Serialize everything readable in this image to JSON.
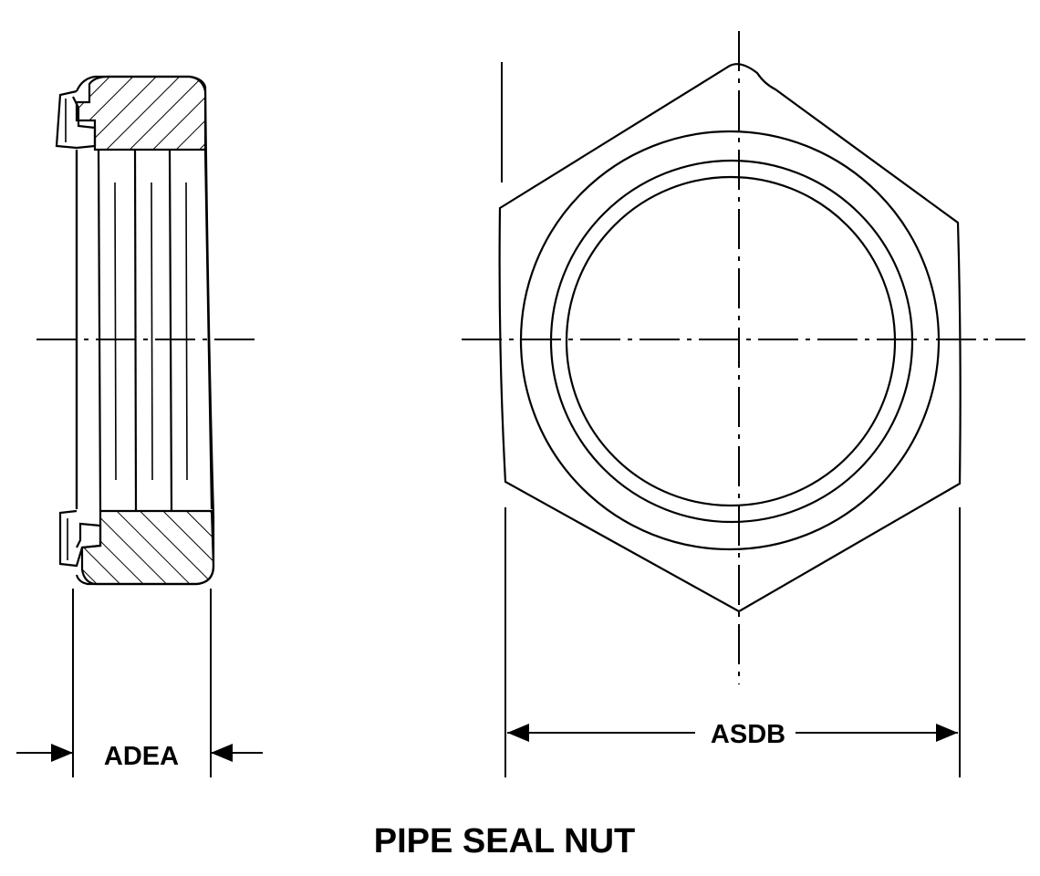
{
  "drawing": {
    "title": "PIPE SEAL NUT",
    "dimensions": {
      "width_label": "ADEA",
      "across_flats_label": "ASDB"
    }
  }
}
